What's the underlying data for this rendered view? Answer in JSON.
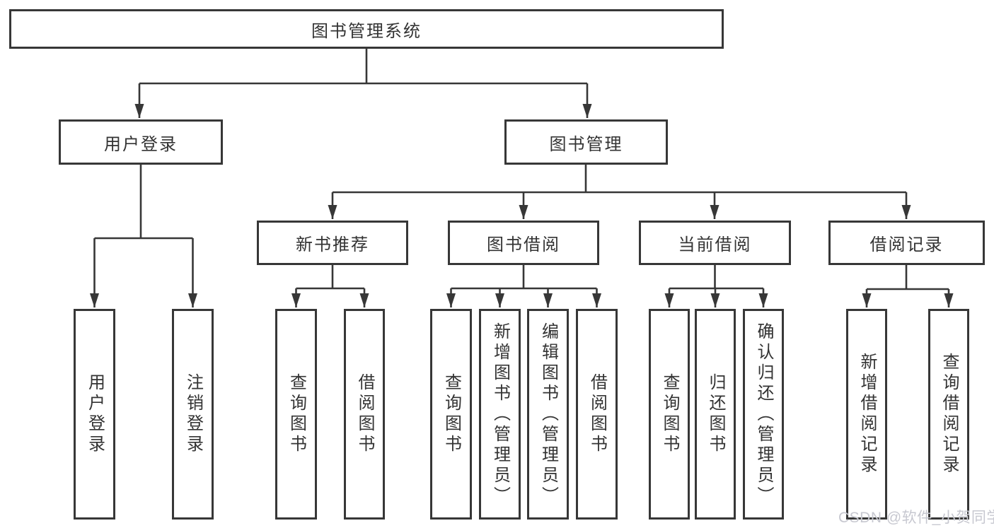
{
  "tree": {
    "root": "图书管理系统",
    "children": [
      {
        "label": "用户登录",
        "children": [
          "用户登录",
          "注销登录"
        ]
      },
      {
        "label": "图书管理",
        "children": [
          {
            "label": "新书推荐",
            "children": [
              "查询图书",
              "借阅图书"
            ]
          },
          {
            "label": "图书借阅",
            "children": [
              "查询图书",
              "新增图书（管理员）",
              "编辑图书（管理员）",
              "借阅图书"
            ]
          },
          {
            "label": "当前借阅",
            "children": [
              "查询图书",
              "归还图书",
              "确认归还（管理员）"
            ]
          },
          {
            "label": "借阅记录",
            "children": [
              "新增借阅记录",
              "查询借阅记录"
            ]
          }
        ]
      }
    ]
  },
  "watermark": "CSDN @软件_小贺同学",
  "colors": {
    "line": "#373737",
    "box_border": "#373737",
    "text": "#333333",
    "background": "#ffffff",
    "watermark": "#c7c8d0"
  }
}
